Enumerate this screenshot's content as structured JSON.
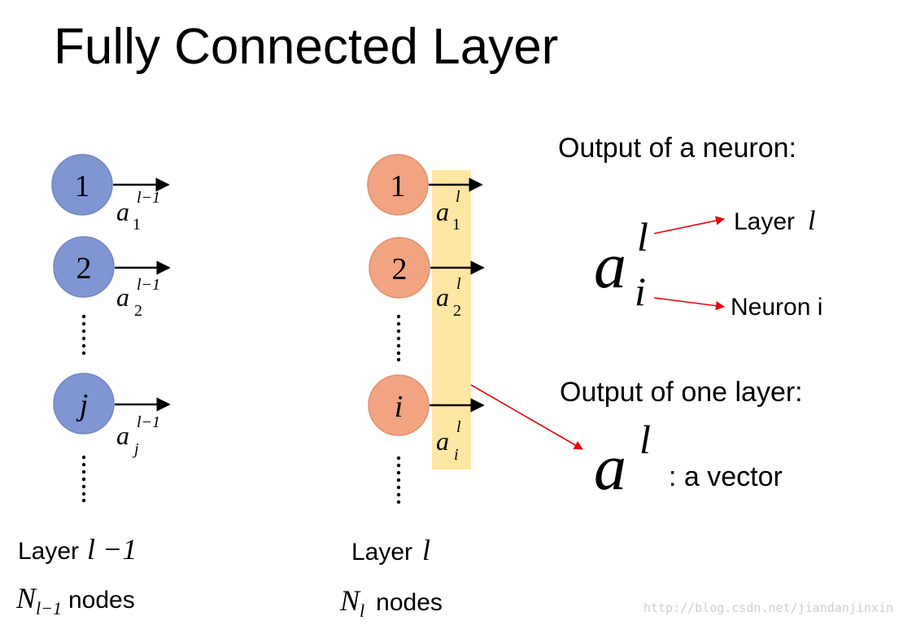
{
  "title": "Fully Connected Layer",
  "colors": {
    "prev_node_fill": "#7f96d3",
    "prev_node_stroke": "#6f86c3",
    "cur_node_fill": "#f2a381",
    "cur_node_stroke": "#e08f6d",
    "highlight": "#ffe7a3",
    "annotation_arrow": "#e8000b"
  },
  "prev_layer": {
    "nodes": [
      "1",
      "2",
      "j"
    ],
    "outputs": [
      {
        "base": "a",
        "sub": "1",
        "sup": "l−1"
      },
      {
        "base": "a",
        "sub": "2",
        "sup": "l−1"
      },
      {
        "base": "a",
        "sub": "j",
        "sup": "l−1"
      }
    ],
    "caption_prefix": "Layer",
    "caption_math": "l −1",
    "count_symbol": "N",
    "count_sub": "l−1",
    "count_text": "nodes"
  },
  "cur_layer": {
    "nodes": [
      "1",
      "2",
      "i"
    ],
    "outputs": [
      {
        "base": "a",
        "sub": "1",
        "sup": "l"
      },
      {
        "base": "a",
        "sub": "2",
        "sup": "l"
      },
      {
        "base": "a",
        "sub": "i",
        "sup": "l"
      }
    ],
    "caption_prefix": "Layer",
    "caption_math": "l",
    "count_symbol": "N",
    "count_sub": "l",
    "count_text": "nodes"
  },
  "neuron_output": {
    "heading": "Output of a neuron:",
    "base": "a",
    "sup": "l",
    "sub": "i",
    "sup_note_prefix": "Layer",
    "sup_note_math": "l",
    "sub_note": "Neuron i"
  },
  "layer_output": {
    "heading": "Output of one layer:",
    "base": "a",
    "sup": "l",
    "note": ": a vector"
  },
  "watermark": "http://blog.csdn.net/jiandanjinxin"
}
